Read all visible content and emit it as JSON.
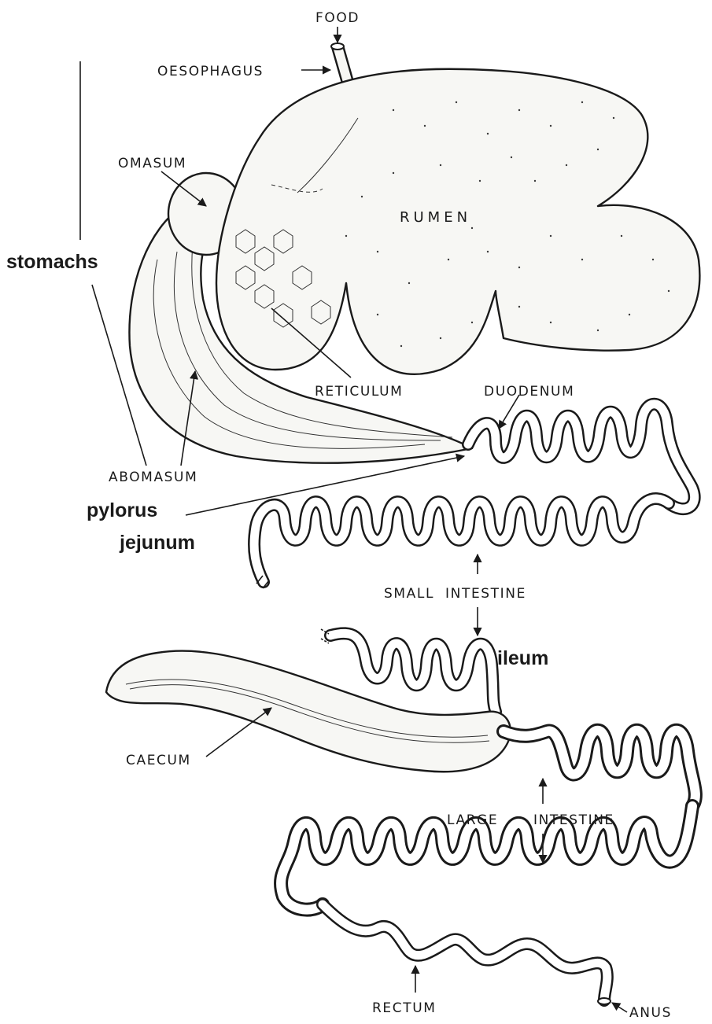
{
  "labels": {
    "food": "FOOD",
    "oesophagus": "OESOPHAGUS",
    "omasum": "OMASUM",
    "rumen": "RUMEN",
    "stomachs": "stomachs",
    "reticulum": "RETICULUM",
    "duodenum": "DUODENUM",
    "abomasum": "ABOMASUM",
    "pylorus": "pylorus",
    "jejunum": "jejunum",
    "small_intestine": "SMALL  INTESTINE",
    "ileum": "ileum",
    "caecum": "CAECUM",
    "large": "LARGE",
    "intestine": "INTESTINE",
    "rectum": "RECTUM",
    "anus": "ANUS"
  },
  "colors": {
    "ink": "#1a1a1a",
    "organ_fill": "#f7f7f4",
    "paper": "#ffffff"
  }
}
